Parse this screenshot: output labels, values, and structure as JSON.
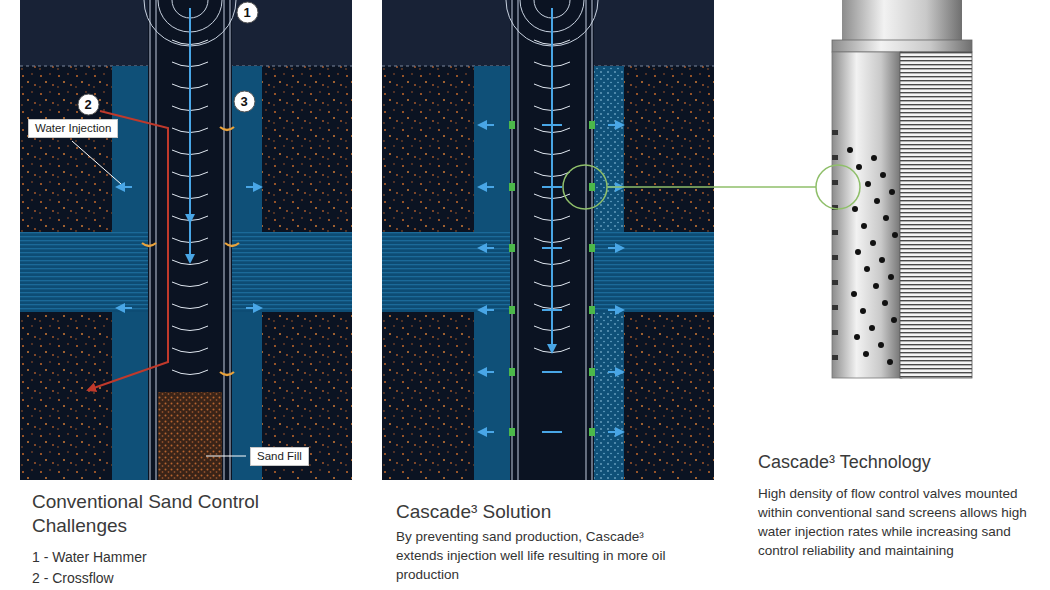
{
  "diagram": {
    "nodes": [
      {
        "text": [
          "1"
        ]
      },
      {
        "text": [
          "2"
        ]
      },
      {
        "text": [
          "3"
        ]
      },
      {
        "text": [
          "Water Injection"
        ]
      },
      {
        "text": [
          "Sand Fill"
        ]
      }
    ],
    "labels": [
      "Conventional Sand Control Challenges",
      "1 - Water Hammer",
      "2 - Crossflow",
      "Cascade³ Solution",
      "By preventing sand production, Cascade³ extends injection well life resulting in more oil production",
      "Cascade³ Technology",
      "High density of flow control valves mounted within conventional sand screens allows high water injection rates while increasing sand control reliability and maintaining"
    ]
  }
}
